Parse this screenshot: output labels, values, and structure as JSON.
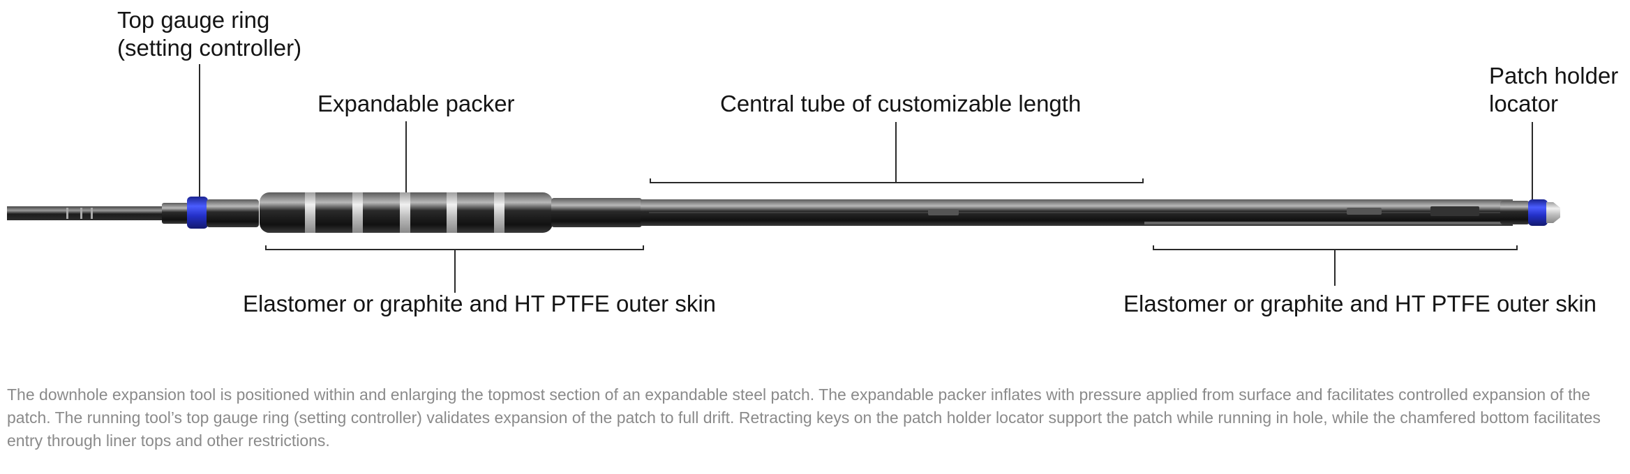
{
  "labels": {
    "top_gauge_ring": [
      "Top gauge ring",
      "(setting controller)"
    ],
    "expandable_packer": "Expandable packer",
    "central_tube": "Central tube of customizable length",
    "patch_holder_locator": [
      "Patch holder",
      "locator"
    ],
    "outer_skin_left": "Elastomer or graphite and HT PTFE outer skin",
    "outer_skin_right": "Elastomer or graphite and HT PTFE outer skin"
  },
  "caption": "The downhole expansion tool is positioned within and enlarging the topmost section of an expandable steel patch. The expandable packer inflates with pressure applied from surface and facilitates controlled expansion of the patch. The running tool’s top gauge ring (setting controller) validates expansion of the patch to full drift. Retracting keys on the patch holder locator support the patch while running in hole, while the chamfered bottom facilitates entry through liner tops and other restrictions.",
  "colors": {
    "ring_blue": "#2330c8",
    "steel_dark": "#1f1f1f",
    "steel_band": "#bdbdbd",
    "leader_line": "#2a2a2a",
    "caption_text": "#8a8a8a"
  }
}
